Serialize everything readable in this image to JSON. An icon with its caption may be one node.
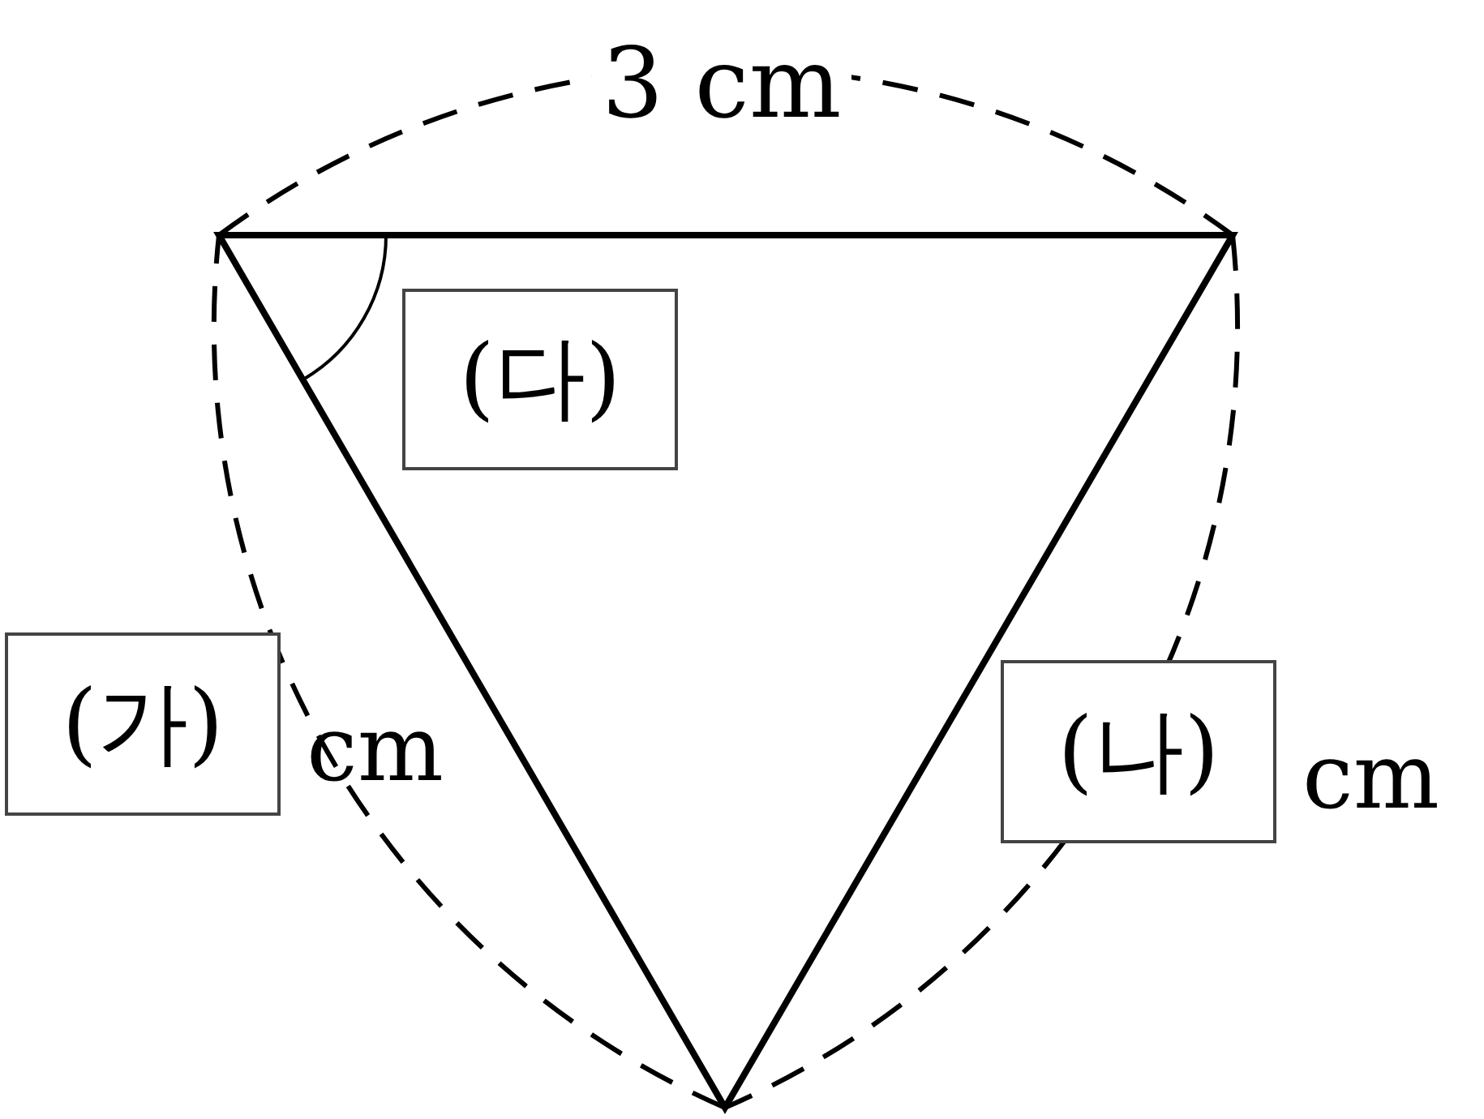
{
  "diagram": {
    "nodes": [
      {
        "text": [
          "(다)"
        ]
      },
      {
        "text": [
          "(가)"
        ],
        "beside": [
          "cm"
        ]
      },
      {
        "text": [
          "(나)"
        ],
        "beside": [
          "cm"
        ]
      }
    ],
    "labels": [
      "3 cm"
    ]
  }
}
